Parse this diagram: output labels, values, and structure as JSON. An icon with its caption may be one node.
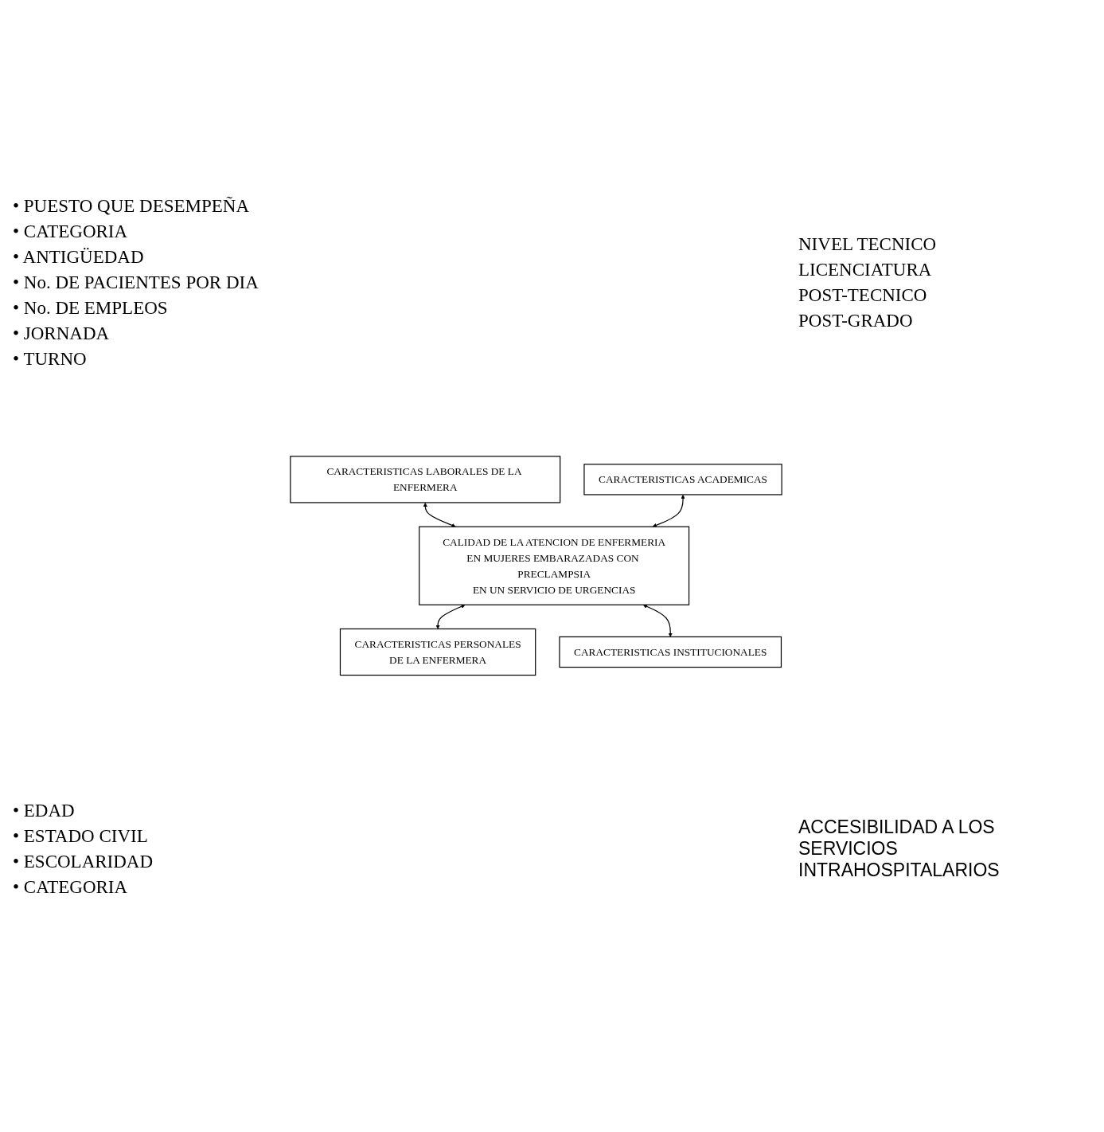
{
  "diagram": {
    "nodes": [
      {
        "text": [
          "CARACTERISTICAS LABORALES DE LA ENFERMERA"
        ]
      },
      {
        "text": [
          "CARACTERISTICAS ACADEMICAS"
        ]
      },
      {
        "text": [
          "CALIDAD DE LA ATENCION DE ENFERMERIA",
          "EN MUJERES EMBARAZADAS CON PRECLAMPSIA",
          "EN UN SERVICIO DE URGENCIAS"
        ]
      },
      {
        "text": [
          "CARACTERISTICAS PERSONALES",
          "DE LA ENFERMERA"
        ]
      },
      {
        "text": [
          "CARACTERISTICAS INSTITUCIONALES"
        ]
      }
    ],
    "edges": [
      {
        "from": 0,
        "to": 2,
        "arrow": "both"
      },
      {
        "from": 1,
        "to": 2,
        "arrow": "both"
      },
      {
        "from": 2,
        "to": 3,
        "arrow": "both"
      },
      {
        "from": 2,
        "to": 4,
        "arrow": "both"
      }
    ],
    "labels": [
      "• PUESTO QUE DESEMPEÑA",
      "• CATEGORIA",
      "• ANTIGÜEDAD",
      "• No. DE PACIENTES POR DIA",
      "• No. DE EMPLEOS",
      "• JORNADA",
      "• TURNO",
      "NIVEL TECNICO",
      "LICENCIATURA",
      "POST-TECNICO",
      "POST-GRADO",
      "• EDAD",
      "• ESTADO CIVIL",
      "• ESCOLARIDAD",
      "• CATEGORIA",
      "ACCESIBILIDAD A LOS SERVICIOS INTRAHOSPITALARIOS"
    ]
  }
}
